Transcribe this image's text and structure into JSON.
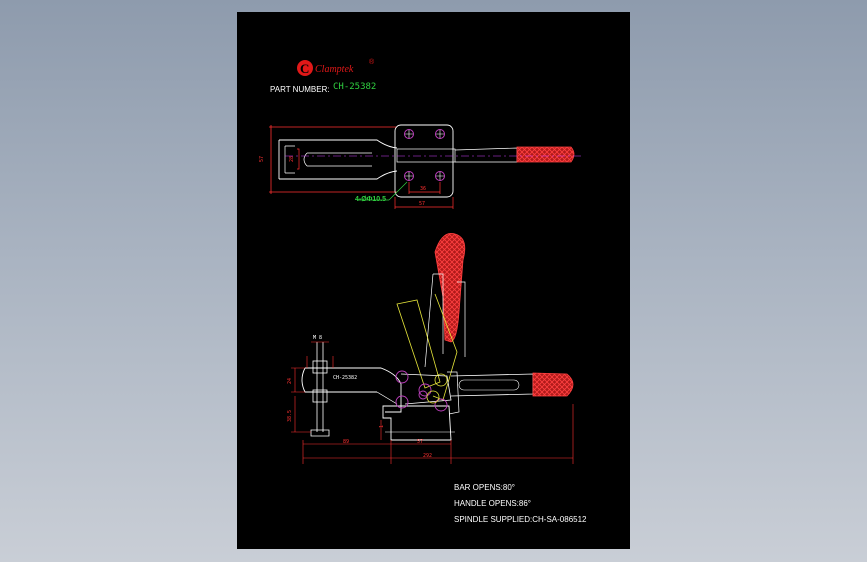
{
  "title_block": {
    "brand_letter": "C",
    "brand_name": "Clamptek",
    "brand_mark": "®",
    "part_number_label": "PART NUMBER:",
    "part_number_value": "CH-25382"
  },
  "top_view": {
    "hole_callout": "4-ØΦ10.5",
    "dim_height": "57",
    "dim_inner": "28",
    "dim_hole_spacing": "36",
    "dim_base_width": "57"
  },
  "side_view": {
    "bar_label": "CH-25382",
    "dim_thread": "M 8",
    "dim_arm_height": "24",
    "dim_spindle_height": "38.5",
    "dim_offset": "1",
    "dim_bar_reach": "89",
    "dim_base": "57",
    "dim_overall": "292"
  },
  "specs": {
    "bar_opens": "BAR OPENS:80°",
    "handle_opens": "HANDLE OPENS:86°",
    "spindle": "SPINDLE SUPPLIED:CH-SA-086512"
  },
  "colors": {
    "outline": "#ffffff",
    "dimension": "#ff3030",
    "handle_hatch": "#e02020",
    "open_position": "#e6e63a",
    "holes": "#c040c0",
    "center_line": "#d040ff",
    "label_green": "#30d040",
    "brand_red": "#e01818"
  }
}
